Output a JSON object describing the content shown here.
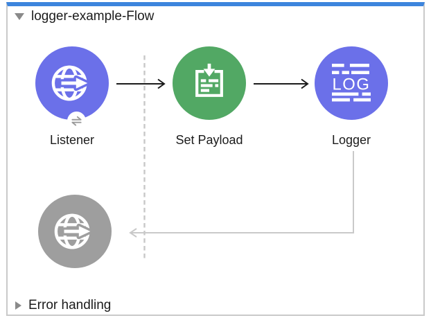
{
  "flow": {
    "title": "logger-example-Flow",
    "state": "expanded",
    "components": [
      {
        "label": "Listener",
        "type": "http-listener",
        "color": "#6b70e9",
        "badge": "exchange-arrows"
      },
      {
        "label": "Set Payload",
        "type": "set-payload",
        "color": "#52a864"
      },
      {
        "label": "Logger",
        "type": "logger",
        "color": "#6b70e9",
        "icon_text": "LOG"
      },
      {
        "label": "",
        "type": "http-response",
        "color": "#9e9e9e"
      }
    ]
  },
  "error_handling": {
    "label": "Error handling",
    "state": "collapsed"
  },
  "colors": {
    "selection_bar": "#3d85dd",
    "container_border": "#c9c9c9",
    "connector_blue": "#6b70e9",
    "transformer_green": "#52a864",
    "disabled_gray": "#9e9e9e",
    "flow_arrow": "#1a1a1a",
    "return_arrow": "#c9c9c9",
    "scope_divider": "#c8c8c8"
  }
}
